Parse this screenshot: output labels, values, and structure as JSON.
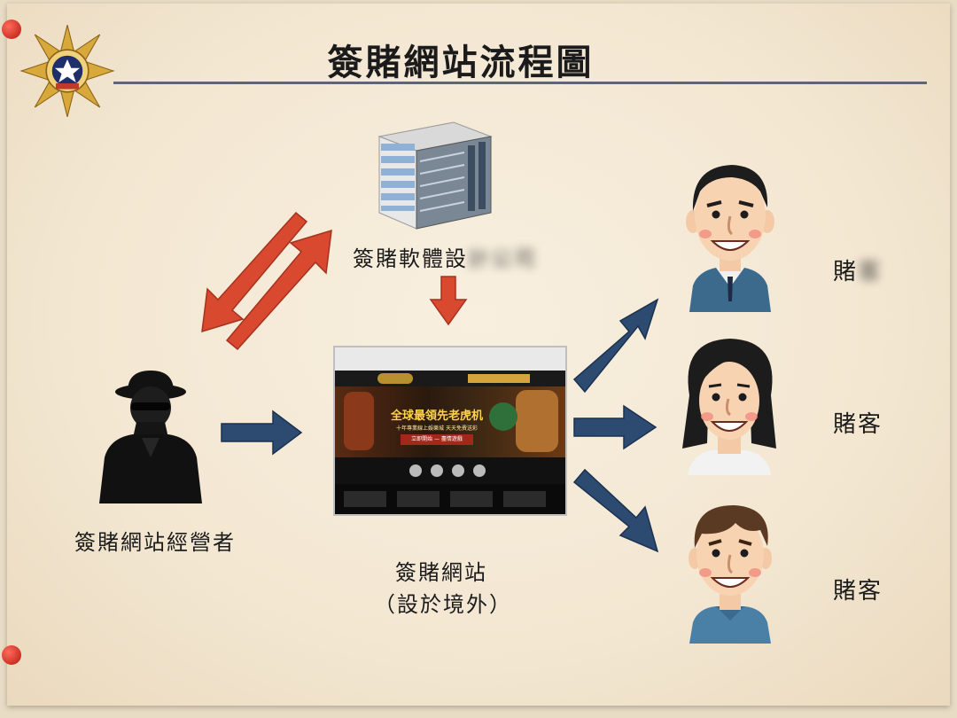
{
  "title": "簽賭網站流程圖",
  "operator": {
    "label": "簽賭網站經營者"
  },
  "software": {
    "label_visible": "簽賭軟體設",
    "label_blurred": "計公司"
  },
  "website": {
    "name": "簽賭網站",
    "note": "（設於境外）",
    "screen_banner": "全球最領先老虎机",
    "screen_sub": "十年專業線上娛樂城 天天免費送彩",
    "screen_btn": "立即開始 — 盡情遊戲"
  },
  "gamblers": [
    {
      "label_visible": "賭",
      "label_blurred": "客"
    },
    {
      "label": "賭客"
    },
    {
      "label": "賭客"
    }
  ],
  "colors": {
    "red_arrow": "#d8492f",
    "blue_arrow": "#2d4b70",
    "title_rule": "#5d6671",
    "gold": "#d8a83a"
  },
  "icons": [
    "police-badge-icon",
    "building-icon",
    "masked-operator-icon",
    "website-screenshot",
    "man-face-icon",
    "woman-face-icon",
    "young-man-face-icon"
  ]
}
